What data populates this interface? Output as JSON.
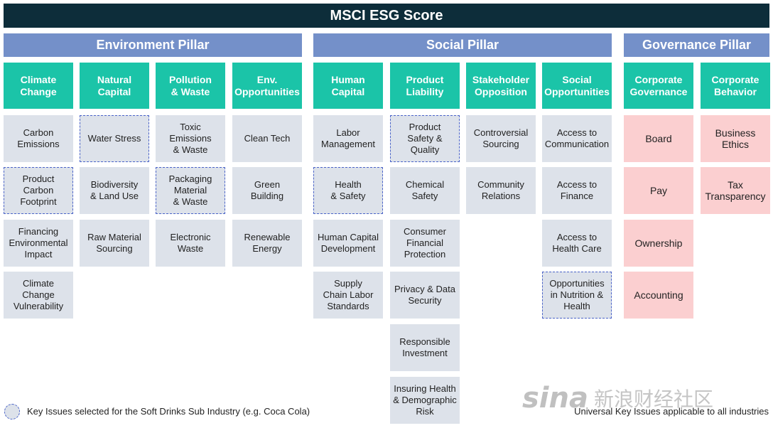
{
  "title": "MSCI ESG Score",
  "pillars": [
    {
      "name": "Environment Pillar"
    },
    {
      "name": "Social Pillar"
    },
    {
      "name": "Governance Pillar"
    }
  ],
  "themes": [
    {
      "label": "Climate\nChange",
      "issues": [
        {
          "label": "Carbon\nEmissions",
          "selected": false
        },
        {
          "label": "Product\nCarbon\nFootprint",
          "selected": true
        },
        {
          "label": "Financing\nEnvironmental\nImpact",
          "selected": false
        },
        {
          "label": "Climate\nChange\nVulnerability",
          "selected": false
        }
      ]
    },
    {
      "label": "Natural\nCapital",
      "issues": [
        {
          "label": "Water Stress",
          "selected": true
        },
        {
          "label": "Biodiversity\n& Land Use",
          "selected": false
        },
        {
          "label": "Raw Material\nSourcing",
          "selected": false
        }
      ]
    },
    {
      "label": "Pollution\n& Waste",
      "issues": [
        {
          "label": "Toxic\nEmissions\n& Waste",
          "selected": false
        },
        {
          "label": "Packaging\nMaterial\n& Waste",
          "selected": true
        },
        {
          "label": "Electronic\nWaste",
          "selected": false
        }
      ]
    },
    {
      "label": "Env.\nOpportunities",
      "issues": [
        {
          "label": "Clean Tech",
          "selected": false
        },
        {
          "label": "Green\nBuilding",
          "selected": false
        },
        {
          "label": "Renewable\nEnergy",
          "selected": false
        }
      ]
    },
    {
      "label": "Human\nCapital",
      "issues": [
        {
          "label": "Labor\nManagement",
          "selected": false
        },
        {
          "label": "Health\n& Safety",
          "selected": true
        },
        {
          "label": "Human Capital\nDevelopment",
          "selected": false
        },
        {
          "label": "Supply\nChain Labor\nStandards",
          "selected": false
        }
      ]
    },
    {
      "label": "Product\nLiability",
      "issues": [
        {
          "label": "Product\nSafety &\nQuality",
          "selected": true
        },
        {
          "label": "Chemical\nSafety",
          "selected": false
        },
        {
          "label": "Consumer\nFinancial\nProtection",
          "selected": false
        },
        {
          "label": "Privacy & Data\nSecurity",
          "selected": false
        },
        {
          "label": "Responsible\nInvestment",
          "selected": false
        },
        {
          "label": "Insuring Health\n& Demographic\nRisk",
          "selected": false
        }
      ]
    },
    {
      "label": "Stakeholder\nOpposition",
      "issues": [
        {
          "label": "Controversial\nSourcing",
          "selected": false
        },
        {
          "label": "Community\nRelations",
          "selected": false
        }
      ]
    },
    {
      "label": "Social\nOpportunities",
      "issues": [
        {
          "label": "Access to\nCommunication",
          "selected": false
        },
        {
          "label": "Access to\nFinance",
          "selected": false
        },
        {
          "label": "Access to\nHealth Care",
          "selected": false
        },
        {
          "label": "Opportunities\nin Nutrition &\nHealth",
          "selected": true
        }
      ]
    },
    {
      "label": "Corporate\nGovernance",
      "issues": [
        {
          "label": "Board",
          "selected": false
        },
        {
          "label": "Pay",
          "selected": false
        },
        {
          "label": "Ownership",
          "selected": false
        },
        {
          "label": "Accounting",
          "selected": false
        }
      ]
    },
    {
      "label": "Corporate\nBehavior",
      "issues": [
        {
          "label": "Business\nEthics",
          "selected": false
        },
        {
          "label": "Tax\nTransparency",
          "selected": false
        }
      ]
    }
  ],
  "legend": {
    "selected_text": "Key Issues selected for the Soft Drinks Sub Industry (e.g. Coca Cola)",
    "universal_text": "Universal Key Issues applicable to all industries"
  },
  "watermark": {
    "logo": "sina",
    "text": "新浪财经社区"
  },
  "colors": {
    "title_bg": "#0d2d3a",
    "pillar_bg": "#7490c9",
    "theme_bg": "#1bc4a8",
    "issue_bg": "#dde2ea",
    "governance_issue_bg": "#fbcfd0",
    "selected_border": "#4a63c8"
  }
}
